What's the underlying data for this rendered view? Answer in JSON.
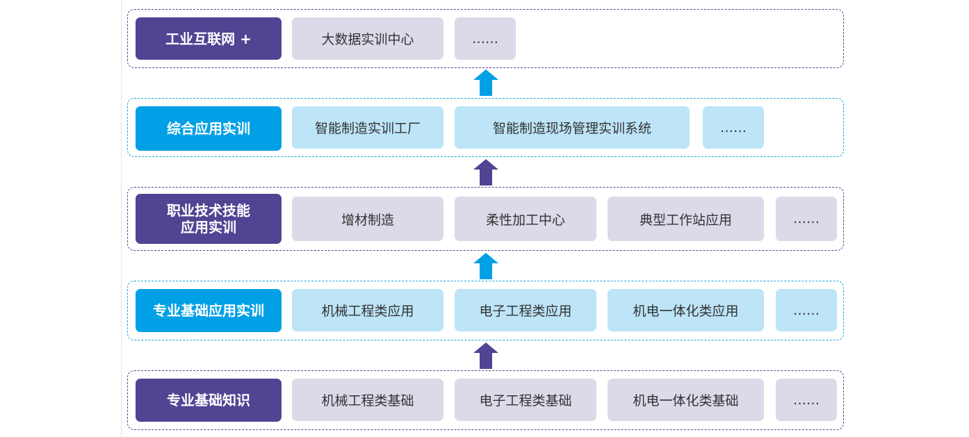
{
  "colors": {
    "dark_purple": "#4f4593",
    "bright_blue": "#00a0e6",
    "light_purple": "#dcd9e9",
    "light_blue": "#bde4f7"
  },
  "tiers": [
    {
      "label": "工业互联网 +",
      "items": [
        "大数据实训中心",
        "……"
      ]
    },
    {
      "label": "综合应用实训",
      "items": [
        "智能制造实训工厂",
        "智能制造现场管理实训系统",
        "……"
      ]
    },
    {
      "label_lines": [
        "职业技术技能",
        "应用实训"
      ],
      "items": [
        "增材制造",
        "柔性加工中心",
        "典型工作站应用",
        "……"
      ]
    },
    {
      "label": "专业基础应用实训",
      "items": [
        "机械工程类应用",
        "电子工程类应用",
        "机电一体化类应用",
        "……"
      ]
    },
    {
      "label": "专业基础知识",
      "items": [
        "机械工程类基础",
        "电子工程类基础",
        "机电一体化类基础",
        "……"
      ]
    }
  ]
}
